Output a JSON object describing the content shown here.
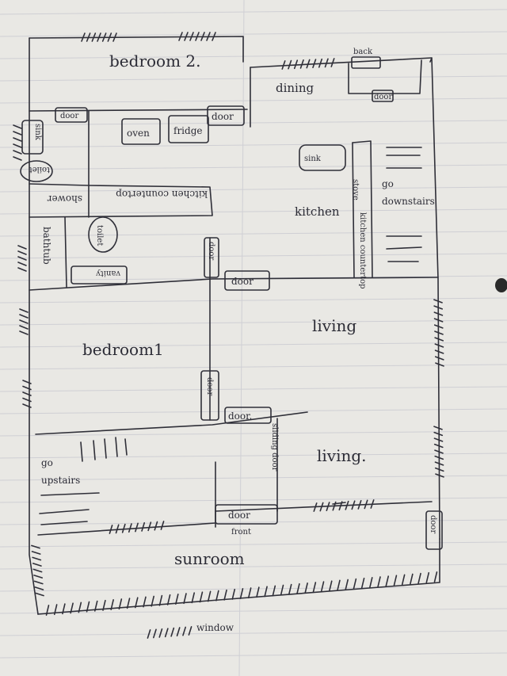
{
  "rooms": {
    "bedroom_2": "bedroom 2.",
    "dining": "dining",
    "kitchen": "kitchen",
    "bedroom_1": "bedroom1",
    "living_upper": "living",
    "living_lower": "living.",
    "sunroom": "sunroom"
  },
  "fixtures": {
    "oven": "oven",
    "fridge": "fridge",
    "sink_bath": "sink",
    "toilet": "toilet",
    "shower": "shower",
    "kitchen_countertop": "kitchen countertop",
    "toilet_2": "toilet",
    "bathtub": "bathtub",
    "vanity": "vanity",
    "sink_kitchen": "sink",
    "stove": "stove",
    "kitchen_counter_right": "kitchen countertop",
    "go_downstairs": "go downstairs",
    "go_upstairs": "go upstairs",
    "back": "back",
    "front": "front",
    "sliding_door": "sliding door",
    "window": "window"
  },
  "doors": {
    "bedroom2_right": "door",
    "bath_top": "door",
    "back_door": "door",
    "bath_right": "door",
    "kitchen_living": "door",
    "bedroom1": "door",
    "bedroom1_side": "door.",
    "front": "door",
    "right_side": "door"
  },
  "colors": {
    "paper": "#e9e8e4",
    "grid": "#c9c9cf",
    "ink": "#2f2f38"
  }
}
